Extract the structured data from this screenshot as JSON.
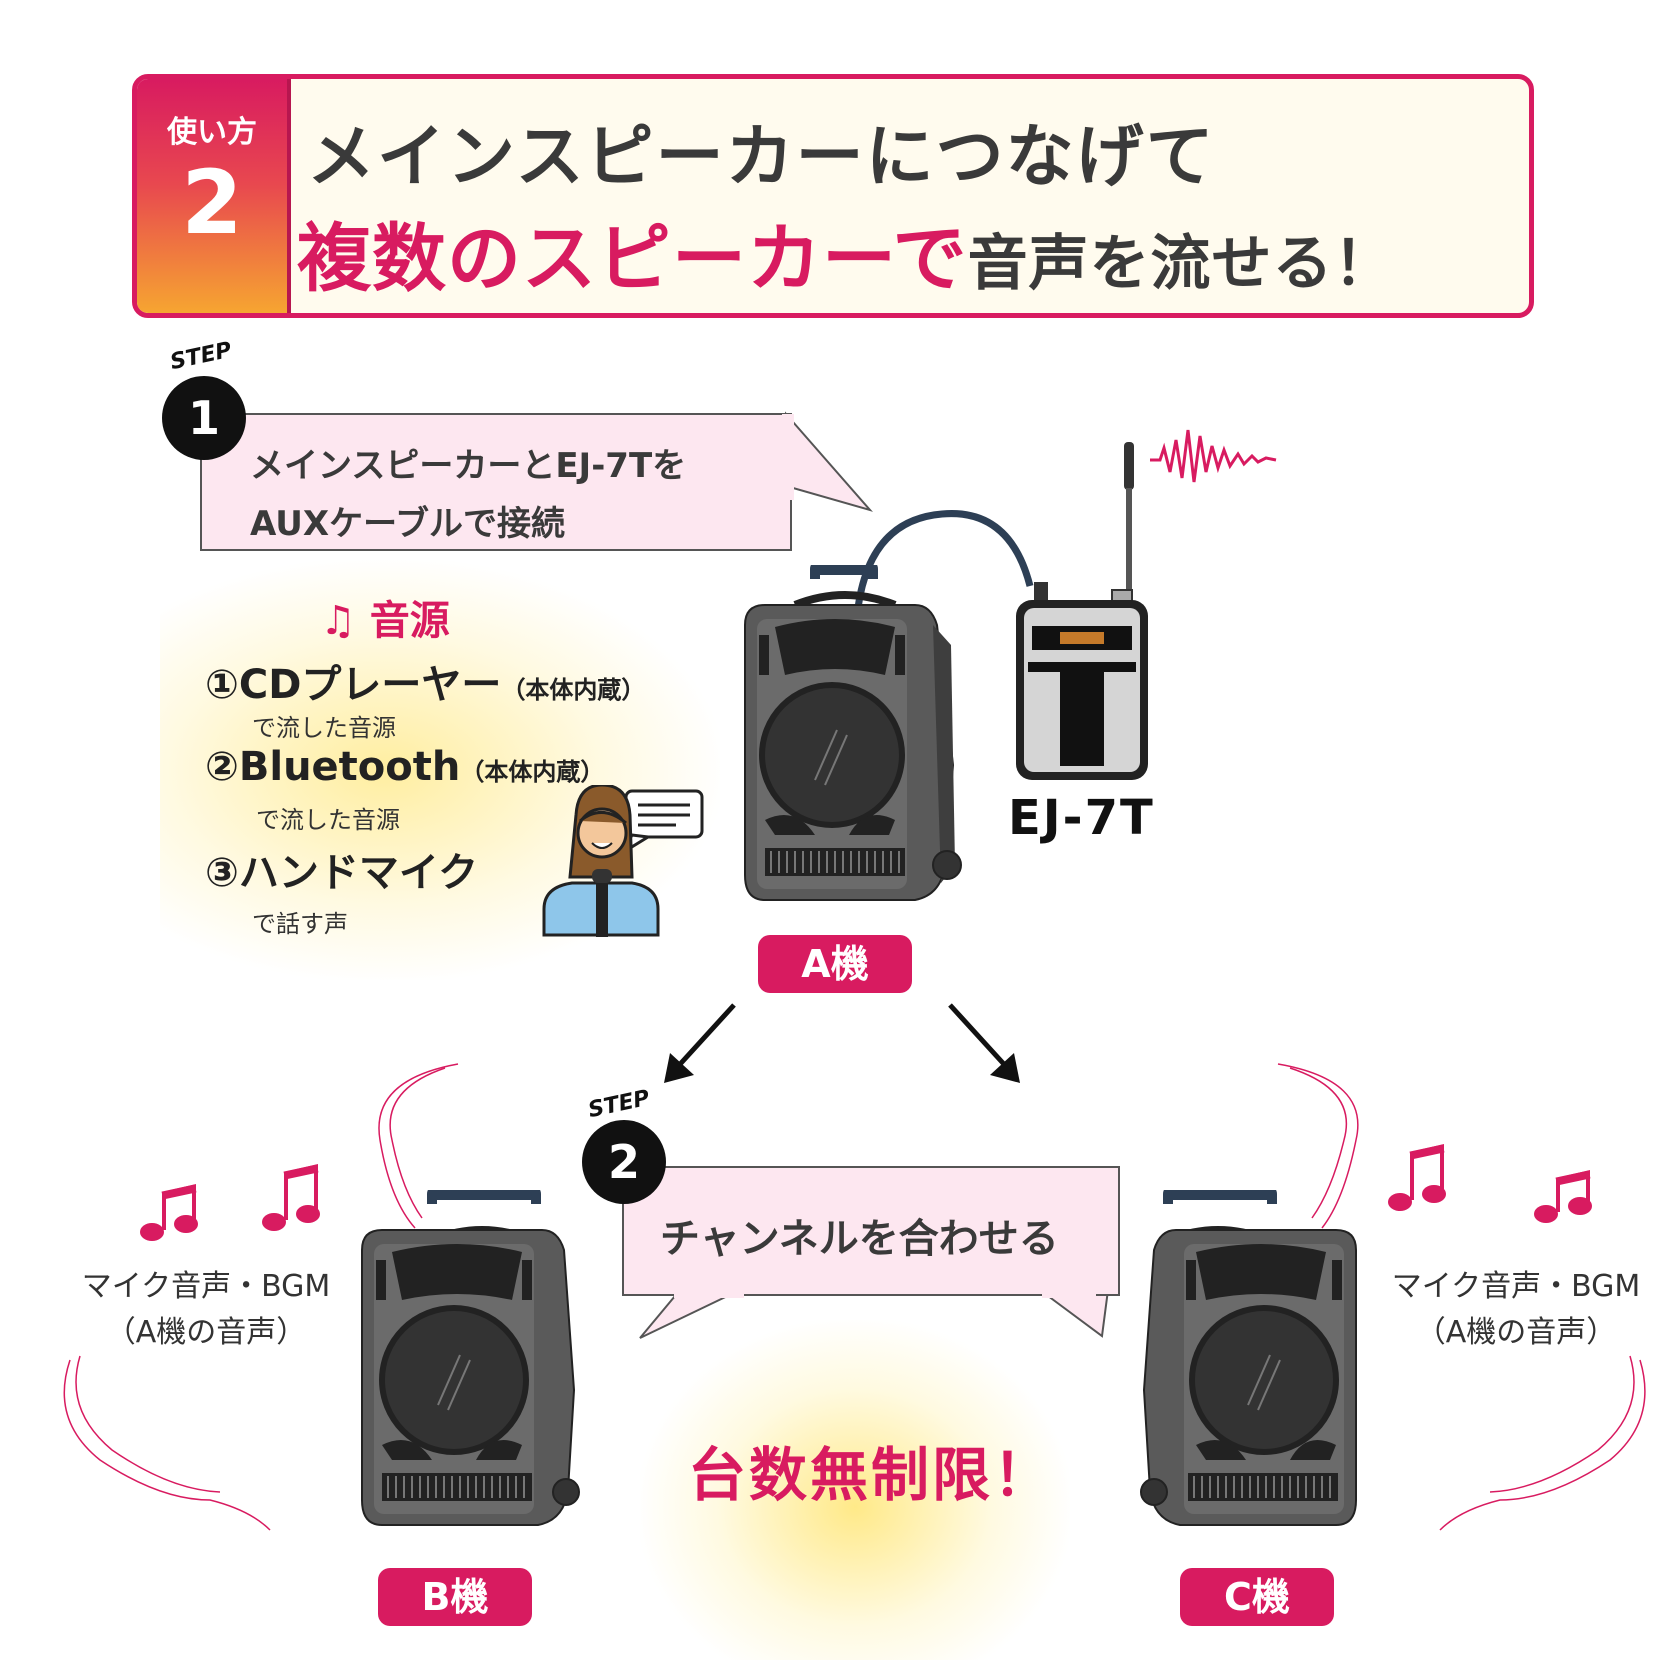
{
  "header": {
    "badge_label": "使い方",
    "badge_number": "2",
    "title_line1": "メインスピーカーにつなげて",
    "title_line2_highlight": "複数のスピーカーで",
    "title_line2_rest": "音声を流せる！"
  },
  "step1": {
    "word": "STEP",
    "number": "1",
    "text_line1": "メインスピーカーとEJ-7Tを",
    "text_line2": "AUXケーブルで接続"
  },
  "step2": {
    "word": "STEP",
    "number": "2",
    "text": "チャンネルを合わせる"
  },
  "sources": {
    "heading": "♫ 音源",
    "items": [
      {
        "main": "①CDプレーヤー",
        "note": "（本体内蔵）",
        "sub": "で流した音源"
      },
      {
        "main": "②Bluetooth",
        "note": "（本体内蔵）",
        "sub": "で流した音源"
      },
      {
        "main": "③ハンドマイク",
        "note": "",
        "sub": "で話す声"
      }
    ]
  },
  "units": {
    "a": "A機",
    "b": "B機",
    "c": "C機"
  },
  "device_label": "EJ-7T",
  "side_caption_line1": "マイク音声・BGM",
  "side_caption_line2": "（A機の音声）",
  "unlimited": "台数無制限！",
  "colors": {
    "accent": "#d81b60",
    "header_bg": "#fffbee",
    "callout_bg": "#fde7f0",
    "speaker_body": "#5a5a5a"
  }
}
